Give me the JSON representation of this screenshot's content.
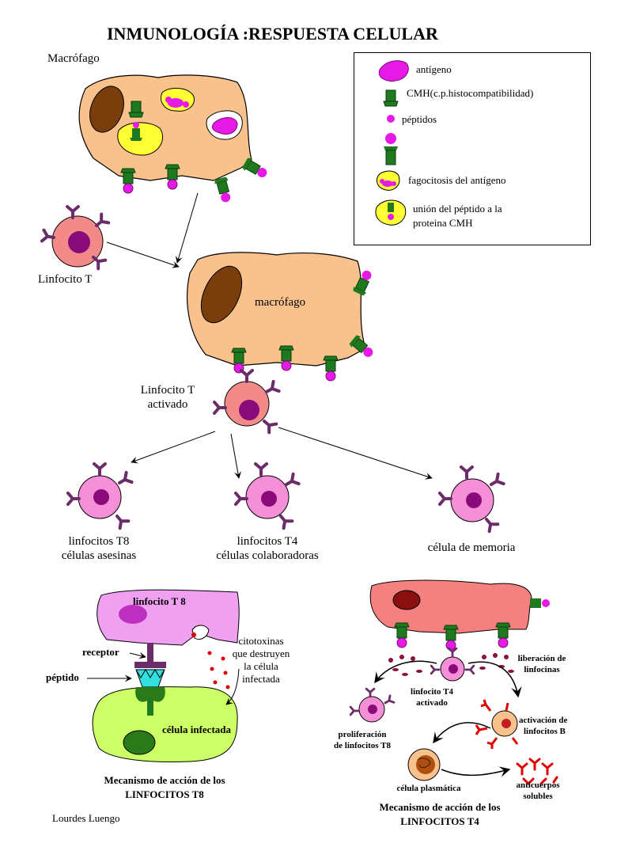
{
  "title": "INMUNOLOGÍA :RESPUESTA CELULAR",
  "labels": {
    "macrofago_top": "Macrófago",
    "linfocito_t": "Linfocito T",
    "macrofago_mid": "macrófago",
    "linfocito_t_activado_l1": "Linfocito T",
    "linfocito_t_activado_l2": "activado",
    "t8_l1": "linfocitos T8",
    "t8_l2": "células asesinas",
    "t4_l1": "linfocitos T4",
    "t4_l2": "células colaboradoras",
    "memoria": "célula de memoria"
  },
  "legend": {
    "antigeno": "antígeno",
    "cmh": "CMH(c.p.histocompatibilidad)",
    "peptidos": "péptidos",
    "fagocitosis": "fagocitosis del antígeno",
    "union_l1": "unión del péptido a la",
    "union_l2": "proteina CMH"
  },
  "t8_panel": {
    "linfocito_t8": "linfocito T 8",
    "citotoxinas_l1": "citotoxinas",
    "citotoxinas_l2": "que destruyen",
    "citotoxinas_l3": "la célula",
    "citotoxinas_l4": "infectada",
    "receptor": "receptor",
    "peptido": "péptido",
    "celula_infectada": "célula infectada",
    "caption_l1": "Mecanismo de acción de los",
    "caption_l2": "LINFOCITOS T8",
    "author": "Lourdes Luengo"
  },
  "t4_panel": {
    "liberacion_l1": "liberación de",
    "liberacion_l2": "linfocinas",
    "t4_activado_l1": "linfocito T4",
    "t4_activado_l2": "activado",
    "activacion_l1": "activación de",
    "activacion_l2": "linfocitos B",
    "proliferacion_l1": "proliferación",
    "proliferacion_l2": "de linfocitos T8",
    "plasmatica": "célula plasmática",
    "anticuerpos_l1": "anticuerpos",
    "anticuerpos_l2": "solubles",
    "caption_l1": "Mecanismo de acción de los",
    "caption_l2": "LINFOCITOS T4"
  },
  "colors": {
    "macrophage": "#f9c28c",
    "nucleus_brown": "#7a3d0c",
    "cmh_green": "#1f7a1f",
    "antigen_magenta": "#e619e6",
    "vacuole_yellow": "#ffff33",
    "lymph_pink": "#f28a8a",
    "lymph_light": "#f590d8",
    "nucleus_purple": "#8a0a7a",
    "receptor_purple": "#6a2d6a",
    "t8_cell": "#f0a0f0",
    "infected_cell": "#ccff66",
    "infected_nucleus": "#2a7a1a",
    "t4_cell": "#f48080",
    "t4_nucleus": "#8a1010",
    "antibody_red": "#e00000"
  }
}
